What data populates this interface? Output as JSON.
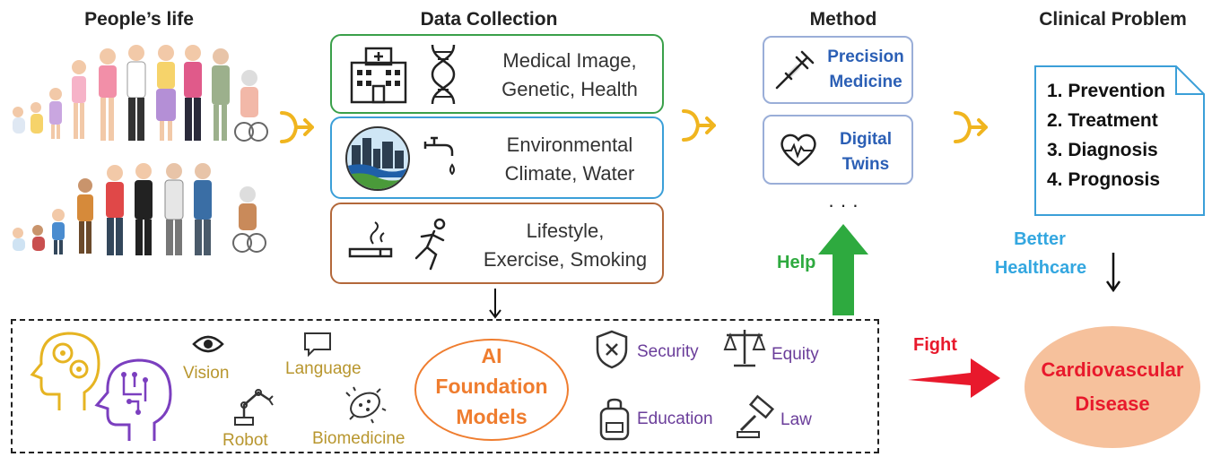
{
  "headings": {
    "people": "People’s life",
    "data": "Data Collection",
    "method": "Method",
    "clinical": "Clinical Problem"
  },
  "data_boxes": [
    {
      "line1": "Medical Image,",
      "line2": "Genetic, Health",
      "color": "#3aa04a"
    },
    {
      "line1": "Environmental",
      "line2": "Climate, Water",
      "color": "#3b9fd8"
    },
    {
      "line1": "Lifestyle,",
      "line2": "Exercise, Smoking",
      "color": "#b3683a"
    }
  ],
  "methods": [
    {
      "line1": "Precision",
      "line2": "Medicine"
    },
    {
      "line1": "Digital",
      "line2": "Twins"
    }
  ],
  "method_more": "· · ·",
  "clinical_items": [
    "1. Prevention",
    "2. Treatment",
    "3. Diagnosis",
    "4. Prognosis"
  ],
  "help_label": "Help",
  "better_label_1": "Better",
  "better_label_2": "Healthcare",
  "fight_label": "Fight",
  "disease_1": "Cardiovascular",
  "disease_2": "Disease",
  "ai": {
    "line1": "AI",
    "line2": "Foundation",
    "line3": "Models"
  },
  "ai_caps": {
    "vision": "Vision",
    "language": "Language",
    "robot": "Robot",
    "biomedicine": "Biomedicine",
    "security": "Security",
    "equity": "Equity",
    "education": "Education",
    "law": "Law"
  },
  "colors": {
    "green": "#3aa04a",
    "blue": "#3b9fd8",
    "brown": "#b3683a",
    "help_green": "#2eaa3f",
    "better_blue": "#34a7e0",
    "fight_red": "#e8192c",
    "ai_orange": "#ef7d2f",
    "disease_bg": "#f6c19c",
    "gold": "#b8962e",
    "purple": "#6a3d9a"
  }
}
